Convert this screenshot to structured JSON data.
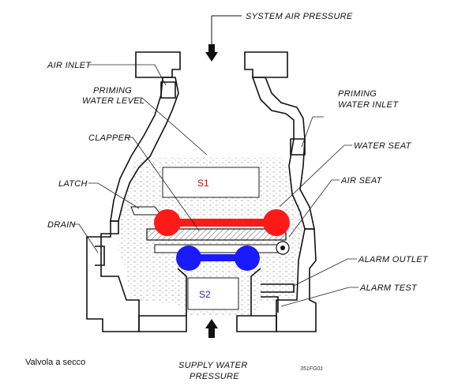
{
  "labels": {
    "system_air_pressure": "SYSTEM AIR PRESSURE",
    "air_inlet": "AIR INLET",
    "priming_water_level_1": "PRIMING",
    "priming_water_level_2": "WATER LEVEL",
    "priming_water_inlet_1": "PRIMING",
    "priming_water_inlet_2": "WATER INLET",
    "clapper": "CLAPPER",
    "water_seat": "WATER SEAT",
    "latch": "LATCH",
    "air_seat": "AIR SEAT",
    "drain": "DRAIN",
    "alarm_outlet": "ALARM OUTLET",
    "alarm_test": "ALARM TEST",
    "supply_water_pressure_1": "SUPPLY WATER",
    "supply_water_pressure_2": "PRESSURE"
  },
  "chambers": {
    "s1": "S1",
    "s2": "S2"
  },
  "caption": "Valvola a secco",
  "drawing_code": "351FG01",
  "colors": {
    "upper_bar": "#ff1a1a",
    "lower_bar": "#1a1aff",
    "s1_text": "#e00000",
    "s2_text": "#1f2fbf"
  }
}
